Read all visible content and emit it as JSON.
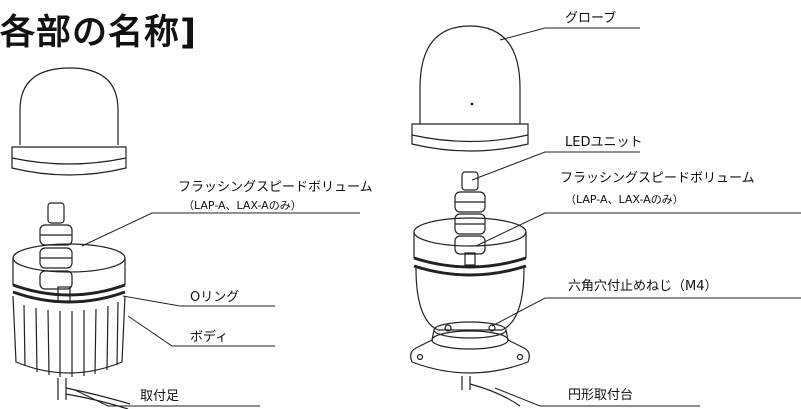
{
  "title": "各部の名称]",
  "left_diagram": {
    "flash_volume_label": "フラッシングスピードボリューム",
    "flash_volume_note": "（LAP-A、LAX-Aのみ）",
    "o_ring_label": "Oリング",
    "body_label": "ボディ",
    "mount_foot_label": "取付足"
  },
  "right_diagram": {
    "globe_label": "グローブ",
    "led_unit_label": "LEDユニット",
    "flash_volume_label": "フラッシングスピードボリューム",
    "flash_volume_note": "（LAP-A、LAX-Aのみ）",
    "hex_screw_label": "六角穴付止めねじ（M4）",
    "circular_mount_label": "円形取付台"
  }
}
